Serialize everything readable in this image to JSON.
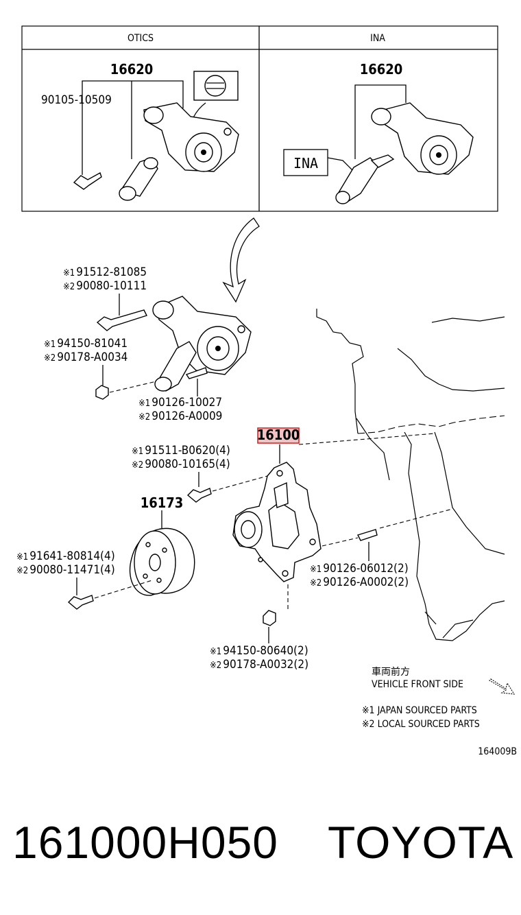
{
  "header": {
    "left": "OTICS",
    "right": "INA"
  },
  "inset_left": {
    "part_top": "16620",
    "bolt": "90105-10509"
  },
  "inset_right": {
    "part_top": "16620",
    "label_box": "INA"
  },
  "tensioner_bolt": {
    "l1": "91512-81085",
    "l2": "90080-10111"
  },
  "tensioner_nut": {
    "l1": "94150-81041",
    "l2": "90178-A0034"
  },
  "tensioner_stud": {
    "l1": "90126-10027",
    "l2": "90126-A0009"
  },
  "pump": {
    "part": "16100"
  },
  "pump_bolt": {
    "l1": "91511-B0620(4)",
    "l2": "90080-10165(4)"
  },
  "pulley": {
    "part": "16173"
  },
  "pulley_bolt": {
    "l1": "91641-80814(4)",
    "l2": "90080-11471(4)"
  },
  "pump_stud": {
    "l1": "90126-06012(2)",
    "l2": "90126-A0002(2)"
  },
  "pump_nut": {
    "l1": "94150-80640(2)",
    "l2": "90178-A0032(2)"
  },
  "mark1": "※1",
  "mark2": "※2",
  "direction": {
    "jp": "車両前方",
    "en": "VEHICLE FRONT SIDE"
  },
  "legend": {
    "l1": "※1 JAPAN SOURCED PARTS",
    "l2": "※2 LOCAL SOURCED PARTS"
  },
  "ref_code": "164009B",
  "footer": {
    "part_number": "161000H050",
    "brand": "TOYOTA"
  },
  "colors": {
    "highlight": "#d42b2b",
    "highlight_fill": "#f2c3c3"
  }
}
